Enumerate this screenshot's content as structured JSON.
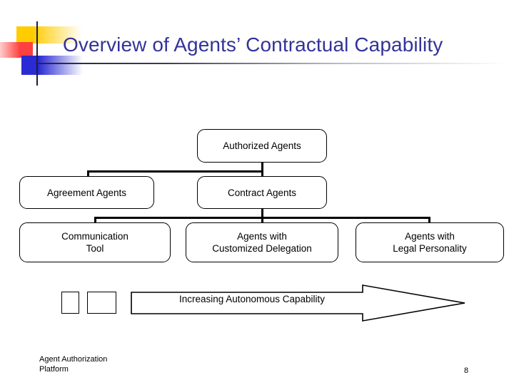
{
  "slide": {
    "title": "Overview of Agents’ Contractual Capability",
    "page_number": "8",
    "footer": {
      "line1": "Agent Authorization",
      "line2": "Platform"
    },
    "colors": {
      "title_text": "#333399",
      "logo_yellow": "#FFCC00",
      "logo_red": "#FF4040",
      "logo_blue": "#2B2BD4",
      "rule": "#262640",
      "outline": "#000000",
      "background": "#FFFFFF"
    }
  },
  "chart_data": {
    "type": "diagram",
    "title": "Overview of Agents’ Contractual Capability",
    "layout": "hierarchy-top-down",
    "levels": [
      {
        "level": 1,
        "nodes": [
          {
            "id": "authorized",
            "label": "Authorized Agents"
          }
        ]
      },
      {
        "level": 2,
        "nodes": [
          {
            "id": "agreement",
            "label": "Agreement Agents"
          },
          {
            "id": "contract",
            "label": "Contract Agents"
          }
        ]
      },
      {
        "level": 3,
        "nodes": [
          {
            "id": "comm-tool",
            "label_line1": "Communication",
            "label_line2": "Tool"
          },
          {
            "id": "custom-delegation",
            "label_line1": "Agents with",
            "label_line2": "Customized Delegation"
          },
          {
            "id": "legal-personality",
            "label_line1": "Agents with",
            "label_line2": "Legal Personality"
          }
        ]
      }
    ],
    "edges": [
      {
        "from": "authorized",
        "to": "agreement"
      },
      {
        "from": "authorized",
        "to": "contract"
      },
      {
        "from": "contract",
        "to": "comm-tool"
      },
      {
        "from": "contract",
        "to": "custom-delegation"
      },
      {
        "from": "contract",
        "to": "legal-personality"
      }
    ],
    "annotation": {
      "arrow_label": "Increasing Autonomous Capability",
      "arrow_direction": "left-to-right"
    }
  }
}
